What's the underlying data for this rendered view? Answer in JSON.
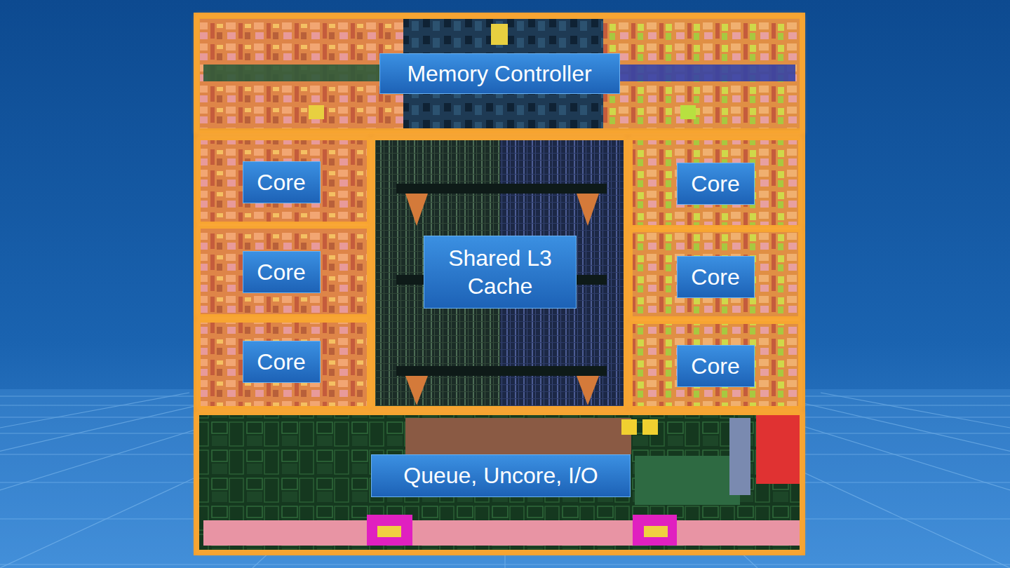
{
  "diagram": {
    "nodes": [
      {
        "text": [
          "Memory Controller"
        ]
      },
      {
        "text": [
          "Core"
        ]
      },
      {
        "text": [
          "Shared L3 Cache"
        ]
      },
      {
        "text": [
          "Core"
        ]
      },
      {
        "text": [
          "Core"
        ]
      },
      {
        "text": [
          "Core"
        ]
      },
      {
        "text": [
          "Core"
        ]
      },
      {
        "text": [
          "Core"
        ]
      },
      {
        "text": [
          "Queue, Uncore, I/O"
        ]
      }
    ]
  }
}
